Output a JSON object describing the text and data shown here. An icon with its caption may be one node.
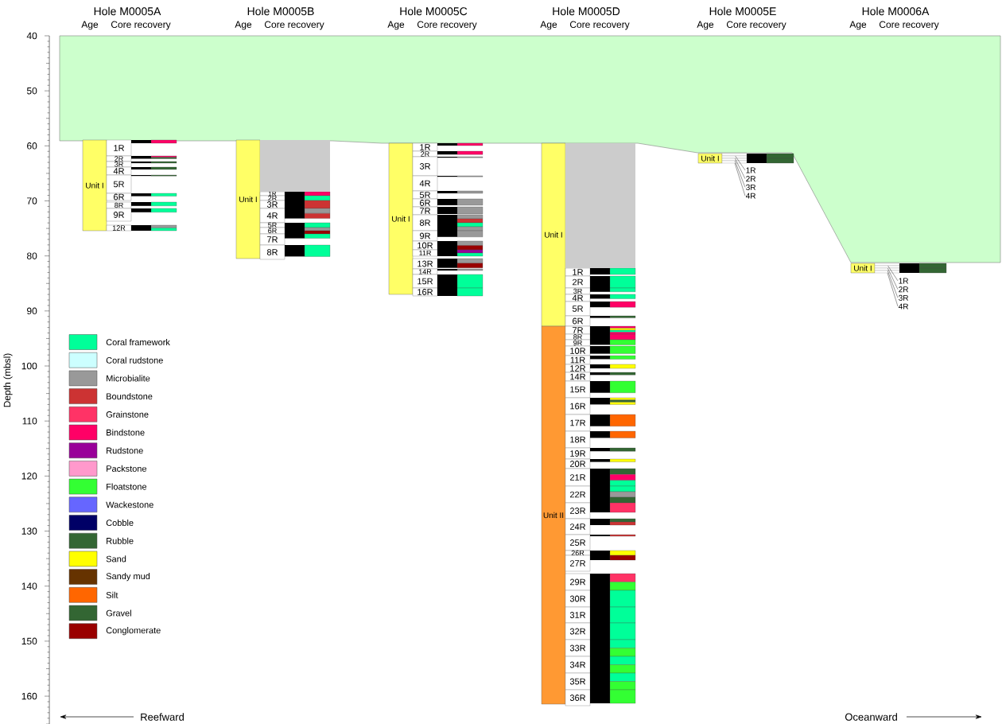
{
  "diagram": {
    "nodes": [
      {
        "text": [
          "Unit I"
        ]
      },
      {
        "text": [
          "1R"
        ]
      },
      {
        "text": [
          "2R"
        ]
      },
      {
        "text": [
          "3R"
        ]
      },
      {
        "text": [
          "4R"
        ]
      },
      {
        "text": [
          "5R"
        ]
      },
      {
        "text": [
          "6R"
        ]
      },
      {
        "text": [
          "8R"
        ]
      },
      {
        "text": [
          "9R"
        ]
      },
      {
        "text": [
          "12R"
        ]
      },
      {
        "text": [
          "Unit I"
        ]
      },
      {
        "text": [
          "1R"
        ]
      },
      {
        "text": [
          "2R"
        ]
      },
      {
        "text": [
          "3R"
        ]
      },
      {
        "text": [
          "4R"
        ]
      },
      {
        "text": [
          "5R"
        ]
      },
      {
        "text": [
          "6R"
        ]
      },
      {
        "text": [
          "7R"
        ]
      },
      {
        "text": [
          "8R"
        ]
      },
      {
        "text": [
          "Unit I"
        ]
      },
      {
        "text": [
          "1R"
        ]
      },
      {
        "text": [
          "2R"
        ]
      },
      {
        "text": [
          "3R"
        ]
      },
      {
        "text": [
          "4R"
        ]
      },
      {
        "text": [
          "5R"
        ]
      },
      {
        "text": [
          "6R"
        ]
      },
      {
        "text": [
          "7R"
        ]
      },
      {
        "text": [
          "8R"
        ]
      },
      {
        "text": [
          "9R"
        ]
      },
      {
        "text": [
          "10R"
        ]
      },
      {
        "text": [
          "11R"
        ]
      },
      {
        "text": [
          "13R"
        ]
      },
      {
        "text": [
          "14R"
        ]
      },
      {
        "text": [
          "15R"
        ]
      },
      {
        "text": [
          "16R"
        ]
      },
      {
        "text": [
          "Unit I"
        ]
      },
      {
        "text": [
          "Unit II"
        ]
      },
      {
        "text": [
          "1R"
        ]
      },
      {
        "text": [
          "2R"
        ]
      },
      {
        "text": [
          "3R"
        ]
      },
      {
        "text": [
          "4R"
        ]
      },
      {
        "text": [
          "5R"
        ]
      },
      {
        "text": [
          "6R"
        ]
      },
      {
        "text": [
          "7R"
        ]
      },
      {
        "text": [
          "8R"
        ]
      },
      {
        "text": [
          "9R"
        ]
      },
      {
        "text": [
          "10R"
        ]
      },
      {
        "text": [
          "11R"
        ]
      },
      {
        "text": [
          "12R"
        ]
      },
      {
        "text": [
          "14R"
        ]
      },
      {
        "text": [
          "15R"
        ]
      },
      {
        "text": [
          "16R"
        ]
      },
      {
        "text": [
          "17R"
        ]
      },
      {
        "text": [
          "18R"
        ]
      },
      {
        "text": [
          "19R"
        ]
      },
      {
        "text": [
          "20R"
        ]
      },
      {
        "text": [
          "21R"
        ]
      },
      {
        "text": [
          "22R"
        ]
      },
      {
        "text": [
          "23R"
        ]
      },
      {
        "text": [
          "24R"
        ]
      },
      {
        "text": [
          "25R"
        ]
      },
      {
        "text": [
          "26R"
        ]
      },
      {
        "text": [
          "27R"
        ]
      },
      {
        "text": [
          "29R"
        ]
      },
      {
        "text": [
          "30R"
        ]
      },
      {
        "text": [
          "31R"
        ]
      },
      {
        "text": [
          "32R"
        ]
      },
      {
        "text": [
          "33R"
        ]
      },
      {
        "text": [
          "34R"
        ]
      },
      {
        "text": [
          "35R"
        ]
      },
      {
        "text": [
          "36R"
        ]
      },
      {
        "text": [
          "Unit I"
        ]
      },
      {
        "text": [
          "1R"
        ]
      },
      {
        "text": [
          "2R"
        ]
      },
      {
        "text": [
          "3R"
        ]
      },
      {
        "text": [
          "4R"
        ]
      },
      {
        "text": [
          "Unit I"
        ]
      },
      {
        "text": [
          "1R"
        ]
      },
      {
        "text": [
          "2R"
        ]
      },
      {
        "text": [
          "3R"
        ]
      },
      {
        "text": [
          "4R"
        ]
      },
      {
        "text": [],
        "shape": "box"
      },
      {
        "text": [],
        "shape": "box"
      },
      {
        "text": [],
        "shape": "box"
      },
      {
        "text": [],
        "shape": "box"
      },
      {
        "text": [],
        "shape": "box"
      },
      {
        "text": [],
        "shape": "box"
      },
      {
        "text": [],
        "shape": "box"
      },
      {
        "text": [],
        "shape": "box"
      },
      {
        "text": [],
        "shape": "box"
      },
      {
        "text": [],
        "shape": "box"
      }
    ],
    "edges": [
      {
        "from": 72,
        "to": 83,
        "arrow": "none"
      },
      {
        "from": 73,
        "to": 84,
        "arrow": "none"
      },
      {
        "from": 74,
        "to": 85,
        "arrow": "none"
      },
      {
        "from": 75,
        "to": 86,
        "arrow": "none"
      },
      {
        "from": 77,
        "to": 87,
        "arrow": "none"
      },
      {
        "from": 78,
        "to": 88,
        "arrow": "none"
      },
      {
        "from": 79,
        "to": 89,
        "arrow": "none"
      },
      {
        "from": 80,
        "to": 90,
        "arrow": "none"
      }
    ],
    "labels": [
      "Hole M0005A",
      "Hole M0005B",
      "Hole M0005C",
      "Hole M0005D",
      "Hole M0005E",
      "Hole M0006A",
      "Age",
      "Core recovery",
      "Age",
      "Core recovery",
      "Age",
      "Core recovery",
      "Age",
      "Core recovery",
      "Age",
      "Core recovery",
      "Age",
      "Core recovery",
      "40",
      "50",
      "60",
      "70",
      "80",
      "90",
      "100",
      "110",
      "120",
      "130",
      "140",
      "150",
      "160",
      "Depth (mbsl)",
      "Reefward",
      "Oceanward"
    ],
    "legend": [
      {
        "text": "Coral framework",
        "color": "#00ff99"
      },
      {
        "text": "Coral rudstone",
        "color": "#ccffff"
      },
      {
        "text": "Microbialite",
        "color": "#999999"
      },
      {
        "text": "Boundstone",
        "color": "#cc3333"
      },
      {
        "text": "Grainstone",
        "color": "#ff3366"
      },
      {
        "text": "Bindstone",
        "color": "#ff0066"
      },
      {
        "text": "Rudstone",
        "color": "#990099"
      },
      {
        "text": "Packstone",
        "color": "#ff99cc"
      },
      {
        "text": "Floatstone",
        "color": "#33ff33"
      },
      {
        "text": "Wackestone",
        "color": "#6666ff"
      },
      {
        "text": "Cobble",
        "color": "#000066"
      },
      {
        "text": "Rubble",
        "color": "#336633"
      },
      {
        "text": "Sand",
        "color": "#ffff00"
      },
      {
        "text": "Sandy mud",
        "color": "#663300"
      },
      {
        "text": "Silt",
        "color": "#ff6600"
      },
      {
        "text": "Gravel",
        "color": "#336633"
      },
      {
        "text": "Conglomerate",
        "color": "#990000"
      }
    ]
  }
}
